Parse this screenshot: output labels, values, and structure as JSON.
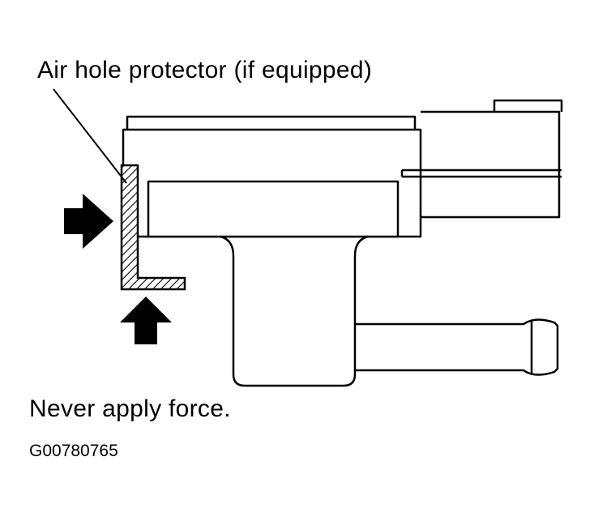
{
  "diagram": {
    "callout_label": "Air hole protector (if equipped)",
    "warning_text": "Never apply force.",
    "figure_code": "G00780765"
  },
  "colors": {
    "line": "#000000",
    "background": "#ffffff"
  },
  "icons": {
    "left_arrow": "arrow-right-icon",
    "bottom_arrow": "arrow-up-icon"
  }
}
